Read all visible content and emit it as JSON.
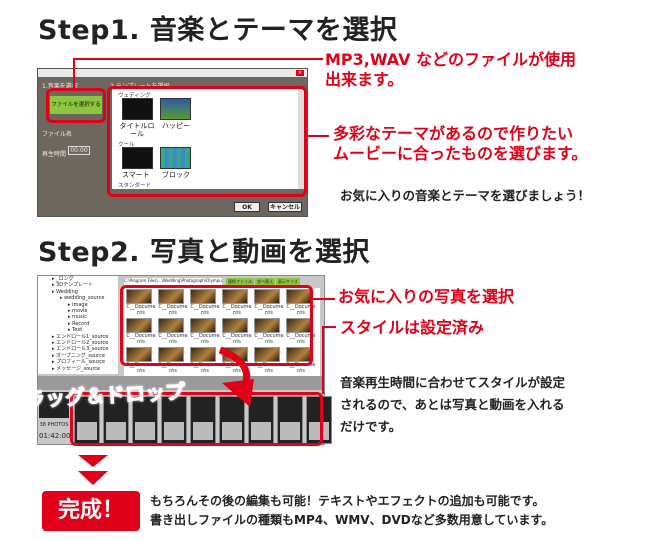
{
  "step1": {
    "title": "Step1. 音楽とテーマを選択",
    "callout1": [
      "MP3,WAV などのファイルが使用",
      "出来ます。"
    ],
    "callout2": [
      "多彩なテーマがあるので作りたい",
      "ムービーに合ったものを選びます。"
    ],
    "note": "お気に入りの音楽とテーマを選びましょう！",
    "dialog": {
      "section1": "1.音楽を選択",
      "section2": "2.テンプレートを選択",
      "select_file": "ファイルを選択する",
      "file_name": "ファイル名",
      "play_time": "再生時間",
      "time_value": "00:00",
      "groups": [
        {
          "name": "ウェディング",
          "items": [
            "タイトルロール",
            "ハッピー"
          ]
        },
        {
          "name": "クール",
          "items": [
            "スマート",
            "ブロック"
          ]
        },
        {
          "name": "スタンダード",
          "items": []
        }
      ],
      "ok": "OK",
      "cancel": "キャンセル"
    }
  },
  "step2": {
    "title": "Step2. 写真と動画を選択",
    "callout1": "お気に入りの写真を選択",
    "callout2": "スタイルは設定済み",
    "note": [
      "音楽再生時間に合わせてスタイルが設定",
      "されるので、あとは写真と動画を入れる",
      "だけです。"
    ],
    "drag": "ドラッグ＆ドロップ",
    "app": {
      "tree": [
        "_ロング",
        "3Dテンプレート",
        "Wedding",
        "wedding_source",
        "image",
        "movie",
        "music",
        "Record",
        "Text",
        "エンドロール1_source",
        "エンドロール2_source",
        "エンドロール3_source",
        "オープニング_source",
        "プロフィール_source",
        "メッセージ_source"
      ],
      "path": "C:\\Program Files\\...\\Wedding\\Photograph\\Olympus\\Wedding\\Photo",
      "buttons": [
        "連続ファイル",
        "並べ替え",
        "表示サイズ"
      ],
      "photo_caption": "C__Documents",
      "photo_count": "38 PHOTOS",
      "duration": "01:42:00"
    }
  },
  "final": {
    "badge": "完成！",
    "text": [
      "もちろんその後の編集も可能！テキストやエフェクトの追加も可能です。",
      "書き出しファイルの種類もMP4、WMV、DVDなど多数用意しています。"
    ]
  },
  "colors": {
    "accent": "#e0001a",
    "button_green": "#8cc63f"
  }
}
